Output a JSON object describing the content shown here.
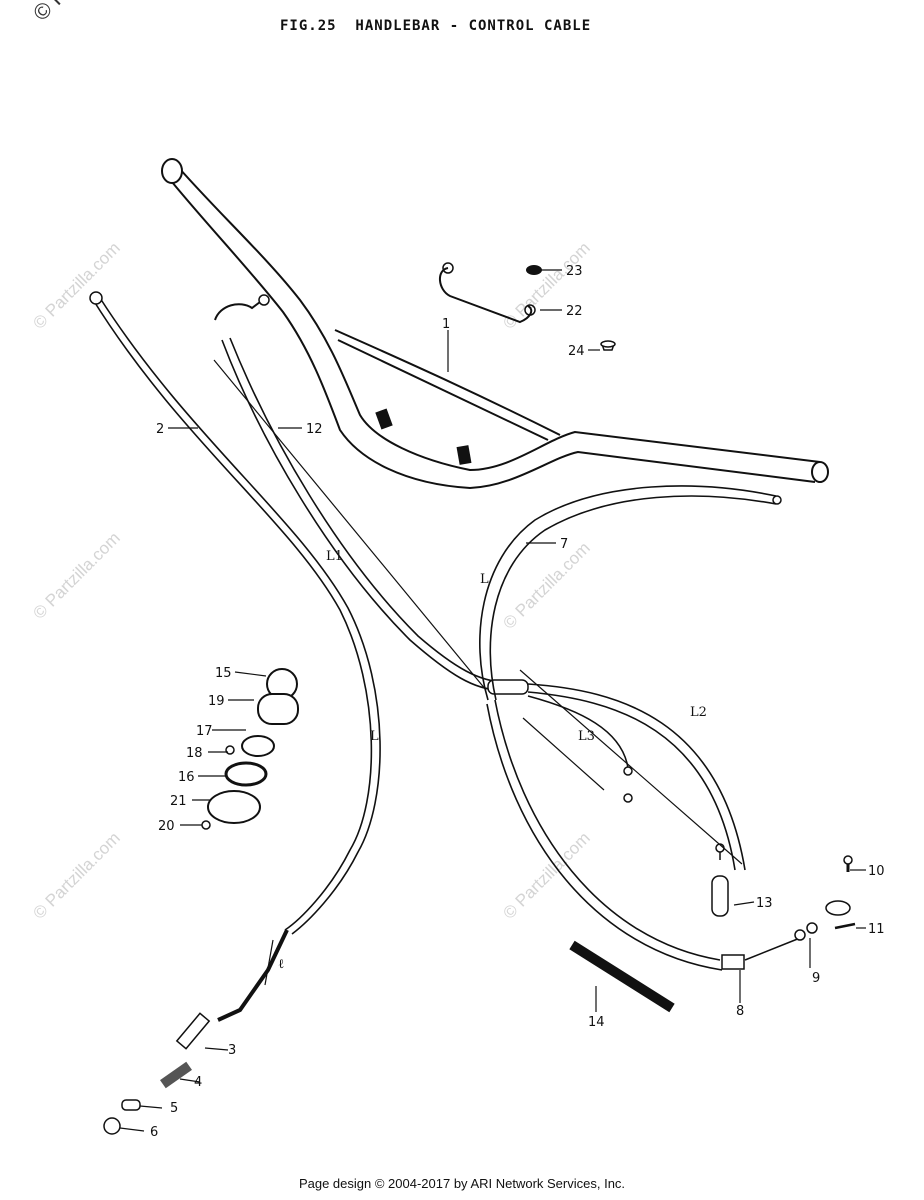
{
  "title": "FIG.25  HANDLEBAR - CONTROL CABLE",
  "corner_mark": "© Pa",
  "footer": "Page design © 2004-2017 by ARI Network Services, Inc.",
  "watermark": "© Partzilla.com",
  "callouts": [
    "1",
    "2",
    "3",
    "4",
    "5",
    "6",
    "7",
    "8",
    "9",
    "10",
    "11",
    "12",
    "13",
    "14",
    "15",
    "16",
    "17",
    "18",
    "19",
    "20",
    "21",
    "22",
    "23",
    "24"
  ],
  "dimensions": [
    "L1",
    "L",
    "L2",
    "L3",
    "L",
    "ℓ"
  ]
}
